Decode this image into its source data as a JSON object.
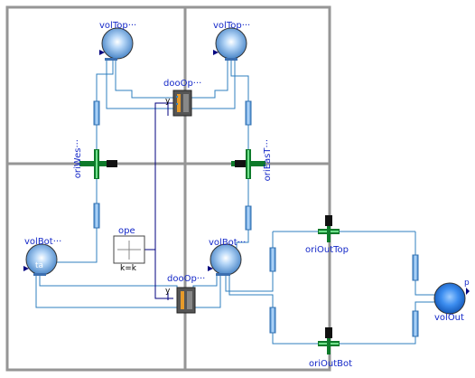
{
  "labels": {
    "vol_top_west": "volTop···",
    "vol_top_east": "volTop···",
    "door_top": "dooOp···",
    "ori_west": "oriWes···",
    "ori_east": "oriEasT···",
    "vol_bot_west": "volBot···",
    "vol_bot_east": "volBot···",
    "door_bot": "dooOp···",
    "ope": "ope",
    "ope_param": "k=k",
    "ori_out_top": "oriOutTop",
    "ori_out_bot": "oriOutBot",
    "vol_out": "volOut",
    "vol_out_port": "p",
    "vol_bot_west_port": "ta",
    "door_top_y": "y",
    "door_bot_y": "y"
  },
  "colors": {
    "room_wall": "#969696",
    "fluid_line": "#2f7fbf",
    "signal_line": "#00007f",
    "label_text": "#1428c8",
    "orifice_green": "#0d7a2a",
    "volume_fill": "#5aa0e6",
    "volume_out_fill": "#1e78e6"
  }
}
